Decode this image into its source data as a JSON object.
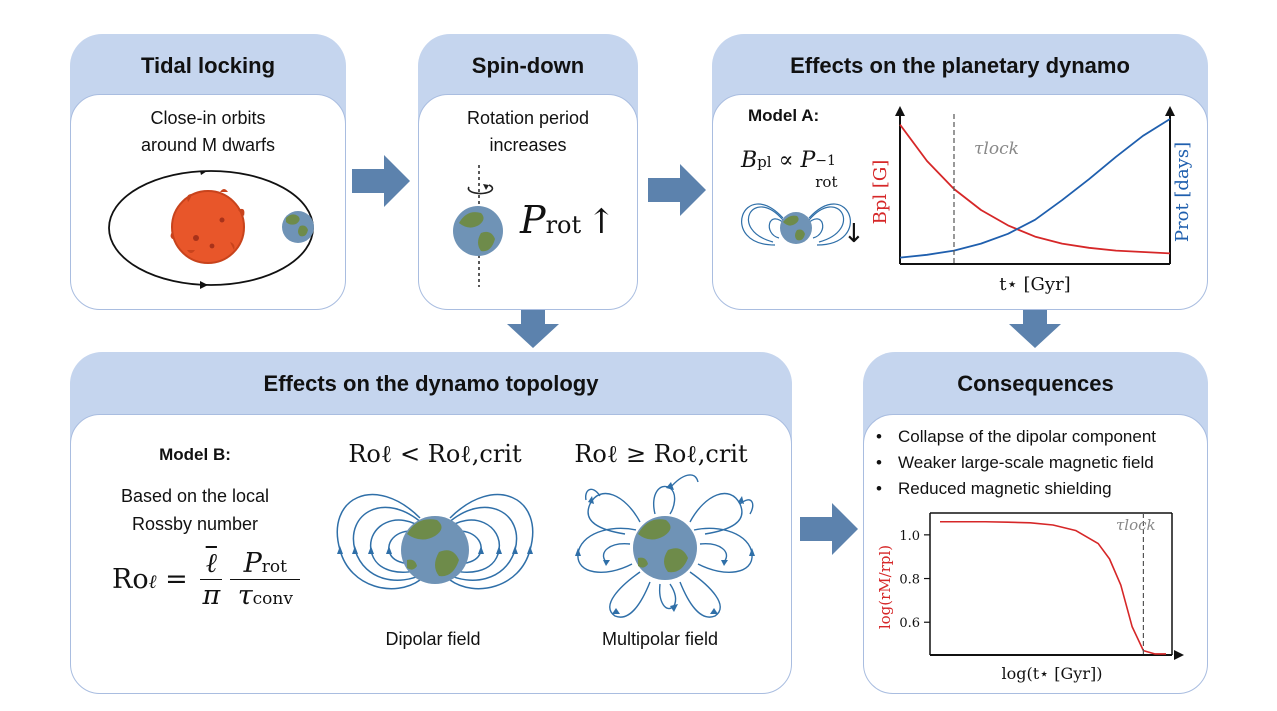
{
  "panels": {
    "tidal": {
      "title": "Tidal locking",
      "line1": "Close-in orbits",
      "line2": "around M dwarfs"
    },
    "spin": {
      "title": "Spin-down",
      "line1": "Rotation period",
      "line2": "increases"
    },
    "dynamo": {
      "title": "Effects on the planetary dynamo",
      "model_label": "Model A:",
      "chart": {
        "annotation": "τlock"
      }
    },
    "topology": {
      "title": "Effects on the dynamo topology",
      "model_label": "Model B:",
      "desc1": "Based on the local",
      "desc2": "Rossby number",
      "cond_dipolar": "Roℓ < Roℓ,crit",
      "cond_multipolar": "Roℓ ≥ Roℓ,crit",
      "dipolar_label": "Dipolar field",
      "multipolar_label": "Multipolar field"
    },
    "consequences": {
      "title": "Consequences",
      "bullets": [
        "Collapse of the dipolar component",
        "Weaker large-scale magnetic field",
        "Reduced magnetic shielding"
      ],
      "chart": {
        "annotation": "τlock"
      }
    }
  },
  "colors": {
    "panel_header": "#c5d5ee",
    "arrow": "#5c82ad",
    "b_curve": "#d62728",
    "p_curve": "#1f5fae",
    "star": "#e8562a",
    "field_lines": "#2f6fa8"
  },
  "chart_data": [
    {
      "type": "line",
      "title": "",
      "xlabel": "t⋆ [Gyr]",
      "ylabel_left": "Bpl [G]",
      "ylabel_right": "Prot [days]",
      "x": [
        0.0,
        0.1,
        0.2,
        0.3,
        0.4,
        0.5,
        0.6,
        0.7,
        0.8,
        0.9,
        1.0
      ],
      "series": [
        {
          "name": "Bpl [G]",
          "axis": "left",
          "color": "#d62728",
          "values": [
            0.96,
            0.7,
            0.5,
            0.35,
            0.24,
            0.16,
            0.11,
            0.08,
            0.06,
            0.05,
            0.04
          ]
        },
        {
          "name": "Prot [days]",
          "axis": "right",
          "color": "#1f5fae",
          "values": [
            0.01,
            0.03,
            0.06,
            0.11,
            0.18,
            0.28,
            0.42,
            0.57,
            0.73,
            0.88,
            1.0
          ]
        }
      ],
      "vline": {
        "label": "τlock",
        "x": 0.2
      },
      "grid": false
    },
    {
      "type": "line",
      "title": "",
      "xlabel": "log(t⋆ [Gyr])",
      "ylabel": "log(rM/rpl)",
      "yticks": [
        0.6,
        0.8,
        1.0
      ],
      "ylim": [
        0.45,
        1.1
      ],
      "x": [
        0.0,
        0.1,
        0.2,
        0.3,
        0.4,
        0.5,
        0.6,
        0.7,
        0.75,
        0.8,
        0.85,
        0.9,
        0.95,
        1.0
      ],
      "series": [
        {
          "name": "",
          "color": "#d62728",
          "values": [
            1.06,
            1.06,
            1.06,
            1.058,
            1.055,
            1.045,
            1.02,
            0.96,
            0.89,
            0.77,
            0.58,
            0.47,
            0.455,
            0.455
          ]
        }
      ],
      "vline": {
        "label": "τlock",
        "x": 0.9
      },
      "grid": false
    }
  ]
}
